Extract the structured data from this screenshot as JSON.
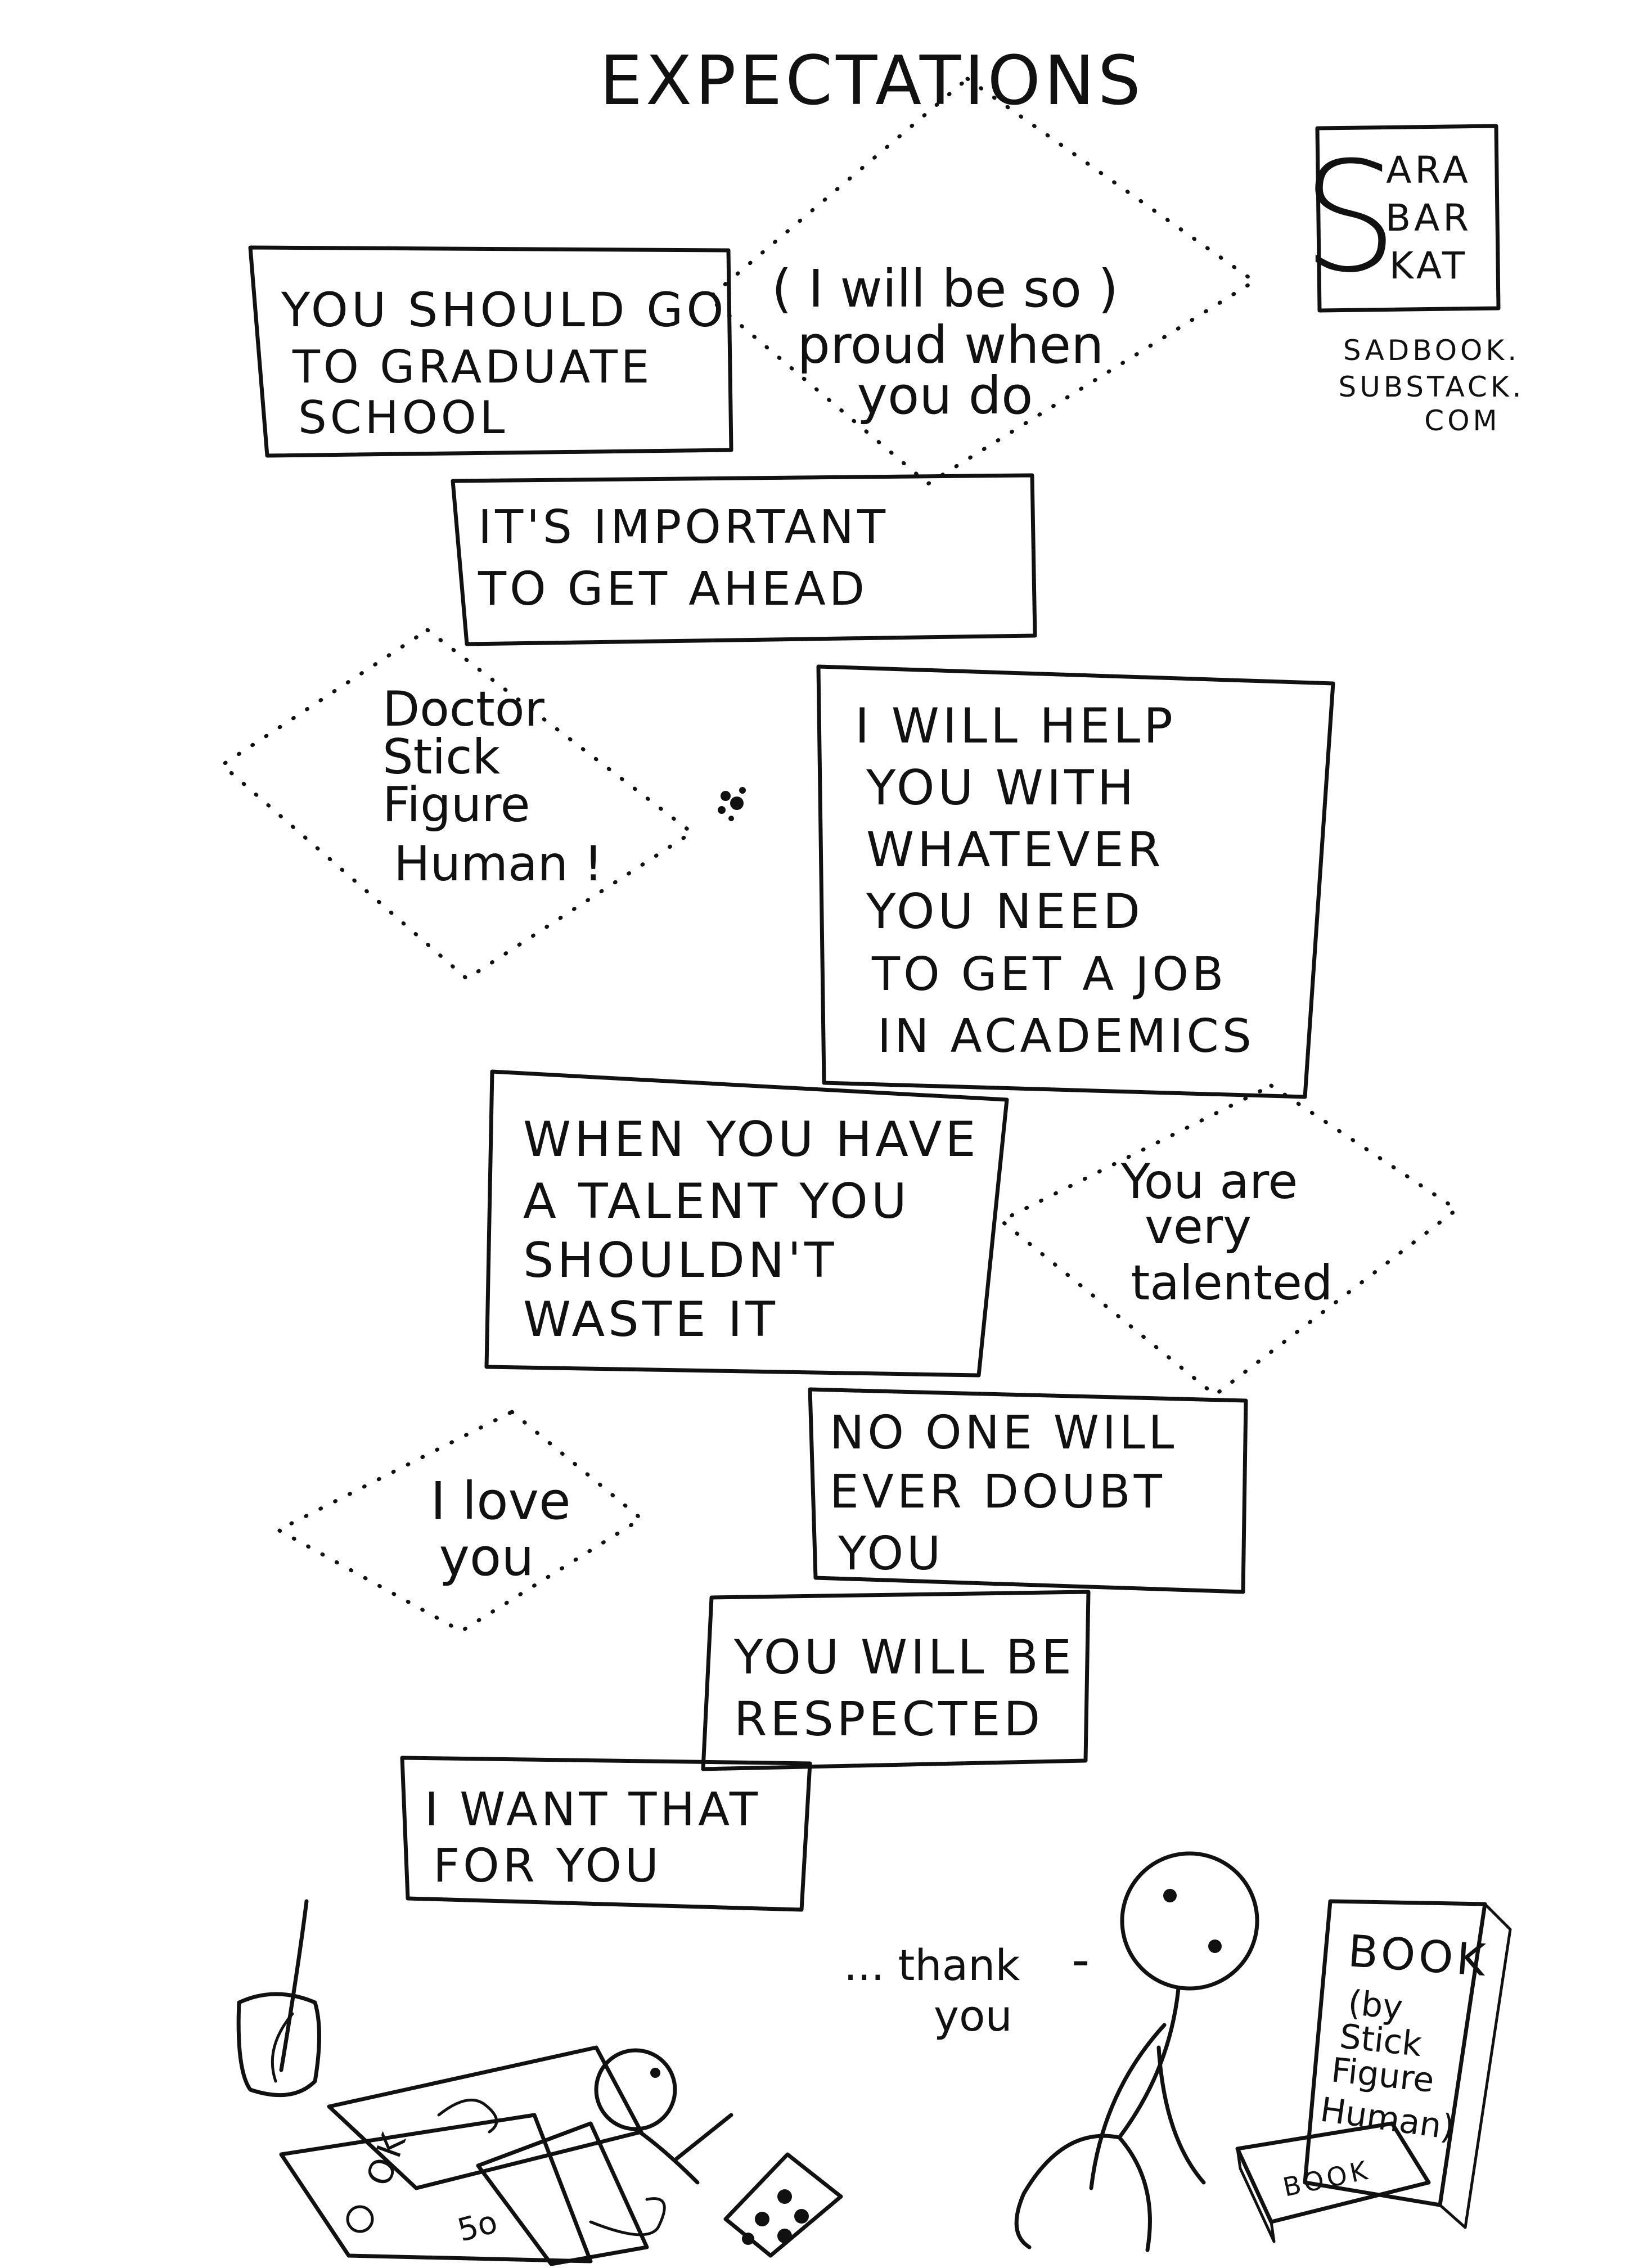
{
  "title": "EXPECTATIONS",
  "signature": {
    "logo_lines": [
      "ARA",
      "BAR",
      "KAT"
    ],
    "logo_initial": "S",
    "site_lines": [
      "SADBOOK.",
      "SUBSTACK.",
      "COM"
    ]
  },
  "boxes": [
    {
      "id": "graduate",
      "lines": [
        "YOU SHOULD GO",
        "TO GRADUATE",
        "SCHOOL"
      ]
    },
    {
      "id": "ahead",
      "lines": [
        "IT'S IMPORTANT",
        "TO GET AHEAD"
      ]
    },
    {
      "id": "help",
      "lines": [
        "I WILL HELP",
        "YOU WITH",
        "WHATEVER",
        "YOU NEED",
        "TO GET A JOB",
        "IN ACADEMICS"
      ]
    },
    {
      "id": "talent",
      "lines": [
        "WHEN YOU HAVE",
        "A TALENT YOU",
        "SHOULDN'T",
        "WASTE IT"
      ]
    },
    {
      "id": "doubt",
      "lines": [
        "NO ONE WILL",
        "EVER DOUBT",
        "YOU"
      ]
    },
    {
      "id": "respected",
      "lines": [
        "YOU WILL BE",
        "RESPECTED"
      ]
    },
    {
      "id": "want",
      "lines": [
        "I WANT THAT",
        "FOR YOU"
      ]
    }
  ],
  "diamonds": [
    {
      "id": "proud",
      "lines": [
        "( I will be so )",
        "proud when",
        "you do"
      ]
    },
    {
      "id": "doctor",
      "lines": [
        "Doctor",
        "Stick",
        "Figure",
        "Human !"
      ]
    },
    {
      "id": "talented",
      "lines": [
        "You are",
        "very",
        "talented"
      ]
    },
    {
      "id": "love",
      "lines": [
        "I love",
        "you"
      ]
    }
  ],
  "figure": {
    "speech": [
      "... thank",
      "you"
    ],
    "dash": "-"
  },
  "book": {
    "cover_lines": [
      "BOOK",
      "(by",
      "Stick",
      "Figure",
      "Human)"
    ],
    "small_book_label": "BOOK"
  },
  "scraps": {
    "paper_marks": [
      "OK",
      "5o"
    ]
  }
}
